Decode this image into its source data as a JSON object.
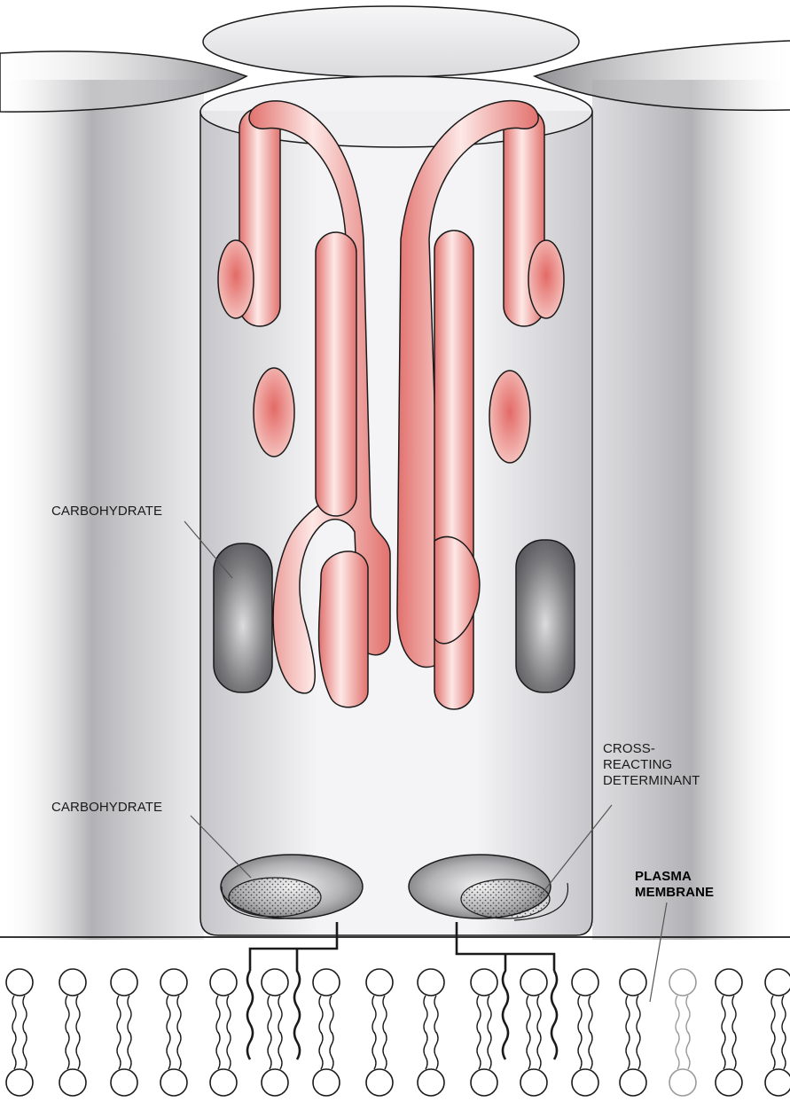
{
  "labels": {
    "carbohydrate_upper": "CARBOHYDRATE",
    "carbohydrate_lower": "CARBOHYDRATE",
    "cross_reacting_1": "CROSS-",
    "cross_reacting_2": "REACTING",
    "cross_reacting_3": "DETERMINANT",
    "plasma_membrane_1": "PLASMA",
    "plasma_membrane_2": "MEMBRANE"
  },
  "colors": {
    "protein": "#e98a86",
    "protein_highlight": "#fbe3e1",
    "carbohydrate": "#6e6e70",
    "outline": "#1a1a1a",
    "shadow": "#a8a8ac"
  }
}
